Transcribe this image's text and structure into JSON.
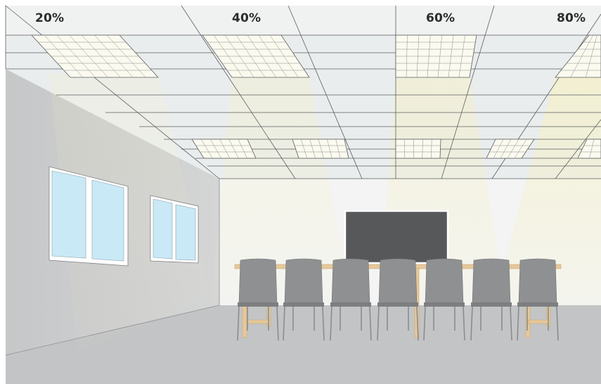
{
  "dimming_levels": [
    {
      "label": "20%",
      "level": 0.2
    },
    {
      "label": "40%",
      "level": 0.4
    },
    {
      "label": "60%",
      "level": 0.6
    },
    {
      "label": "80%",
      "level": 0.8
    }
  ],
  "colors": {
    "ceiling": "#e9ecec",
    "ceiling_band": "#f0f1f1",
    "grid_line": "#5b5e60",
    "light_panel": "#fbfaef",
    "light_beam": "#f8f3c2",
    "left_wall": "#c9cacb",
    "back_wall": "#f4f5f4",
    "floor": "#c2c3c4",
    "window_glass": "#c9e9f6",
    "window_frame": "#ffffff",
    "screen": "#575859",
    "chair": "#8e9092",
    "table_wood": "#e6c89a",
    "label_text": "#2b2b2b"
  }
}
